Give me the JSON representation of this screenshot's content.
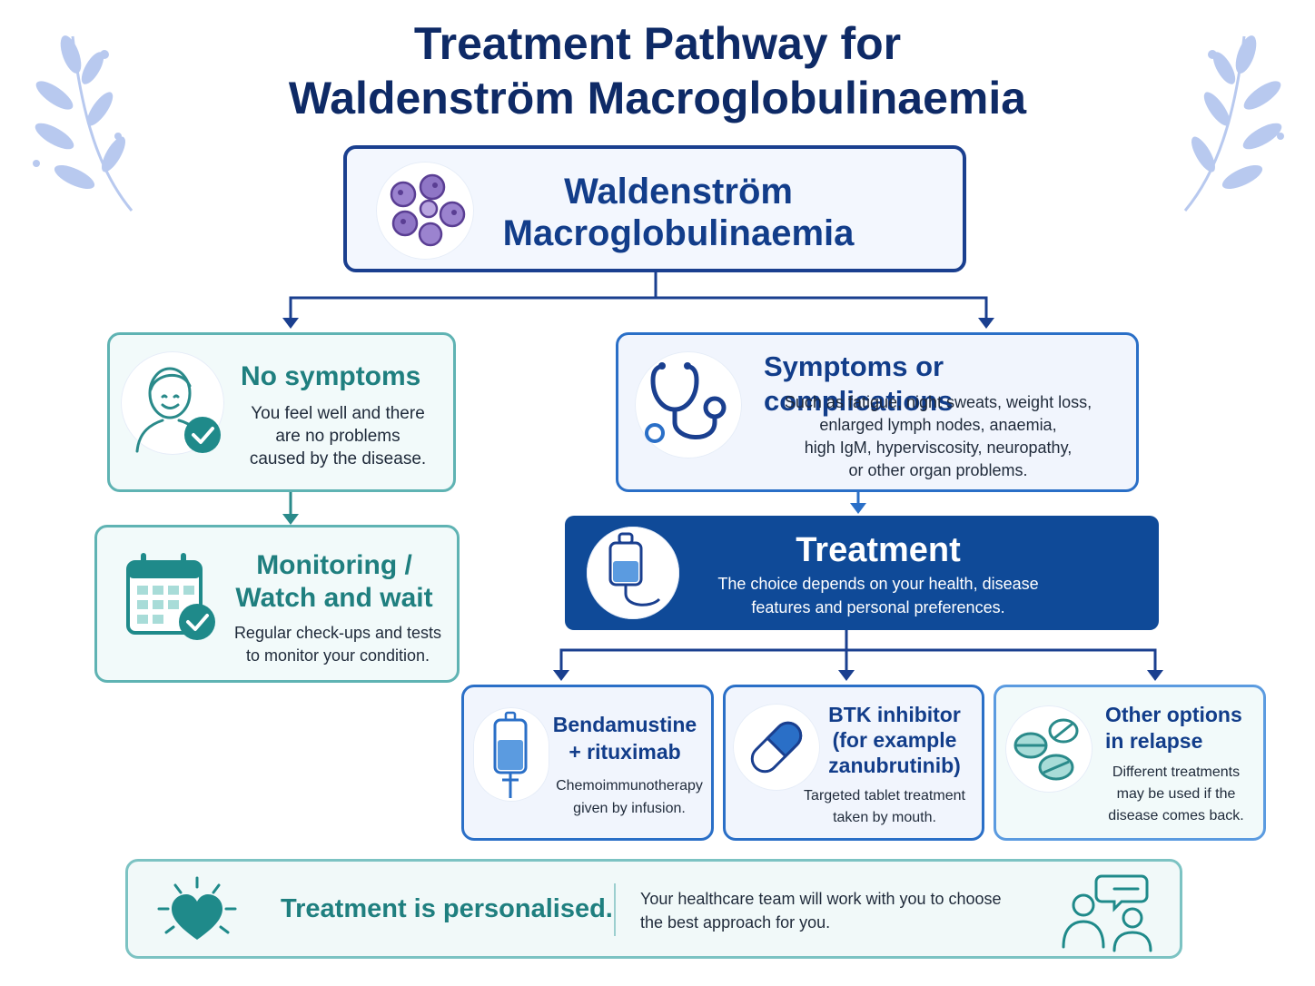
{
  "title": {
    "line1": "Treatment Pathway for",
    "line2": "Waldenström Macroglobulinaemia"
  },
  "main_box": {
    "line1": "Waldenström",
    "line2": "Macroglobulinaemia",
    "icon": "cells-icon"
  },
  "no_symptoms": {
    "heading": "No symptoms",
    "lines": [
      "You feel well and there",
      "are no problems",
      "caused by the disease."
    ],
    "icon": "smiling-person-check-icon"
  },
  "monitoring": {
    "heading_line1": "Monitoring /",
    "heading_line2": "Watch and wait",
    "lines": [
      "Regular check-ups and tests",
      "to monitor your condition."
    ],
    "icon": "calendar-check-icon"
  },
  "symptoms": {
    "heading": "Symptoms or complications",
    "lines": [
      "Such as fatigue, night sweats, weight loss,",
      "enlarged lymph nodes, anaemia,",
      "high IgM, hyperviscosity, neuropathy,",
      "or other organ problems."
    ],
    "icon": "stethoscope-icon"
  },
  "treatment": {
    "heading": "Treatment",
    "lines": [
      "The choice depends on your health, disease",
      "features and personal preferences."
    ],
    "icon": "iv-bag-icon"
  },
  "options": [
    {
      "heading_lines": [
        "Bendamustine",
        "+ rituximab"
      ],
      "text_lines": [
        "Chemoimmunotherapy",
        "given by infusion."
      ],
      "icon": "iv-bag-icon"
    },
    {
      "heading_lines": [
        "BTK inhibitor",
        "(for example",
        "zanubrutinib)"
      ],
      "text_lines": [
        "Targeted tablet treatment",
        "taken by mouth."
      ],
      "icon": "capsule-icon"
    },
    {
      "heading_lines": [
        "Other options",
        "in relapse"
      ],
      "text_lines": [
        "Different treatments",
        "may be used if the",
        "disease comes back."
      ],
      "icon": "tablets-icon"
    }
  ],
  "footer": {
    "heading": "Treatment is personalised.",
    "lines": [
      "Your healthcare team will work with you to choose",
      "the best approach for you."
    ],
    "left_icon": "heart-icon",
    "right_icon": "people-chat-icon"
  },
  "colors": {
    "navy": "#0e2a66",
    "blue": "#2a6fc7",
    "teal": "#1f7f7f",
    "dark_box": "#0f4a98"
  }
}
